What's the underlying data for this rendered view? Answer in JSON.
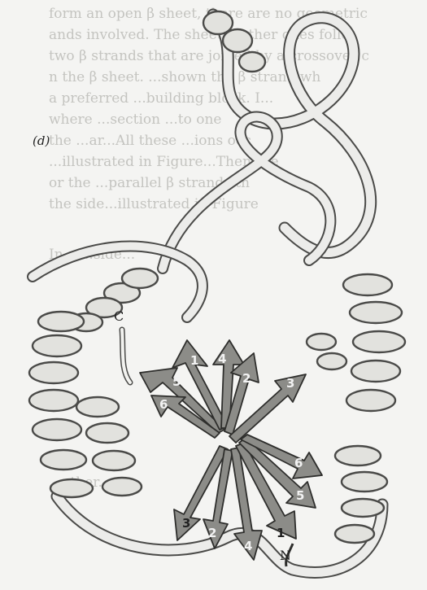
{
  "figure": {
    "panel_label": "(d)",
    "terminus_labels": {
      "c": "C",
      "n": "N"
    },
    "upper_sheet_strands": [
      "5",
      "1",
      "4",
      "2",
      "3",
      "6"
    ],
    "lower_sheet_strands": [
      "3",
      "2",
      "4",
      "1",
      "5",
      "6"
    ]
  },
  "bleed_through_text": [
    "form an open β sheet, there are no geometric",
    "ands involved. The sheet... other ones follo",
    "two β strands that are joined by a crossover c",
    "n the β sheet. ...shown the β strand wh",
    "a preferred ...building block. I...",
    "where ...section ...to one",
    "the ...ar...All these ...ions occ",
    "...illustrated in Figure...Then are",
    "or the ...parallel β strands th",
    "the side...illustrated in Figure",
    "In a ...side...",
    "...other..."
  ],
  "colors": {
    "paper": "#f4f4f2",
    "ribbon_fill": "#e2e2de",
    "ribbon_edge": "#4a4a48",
    "strand_fill": "#8c8c88",
    "strand_edge": "#2e2e2c",
    "bleed_text": "#c4c4c0"
  }
}
